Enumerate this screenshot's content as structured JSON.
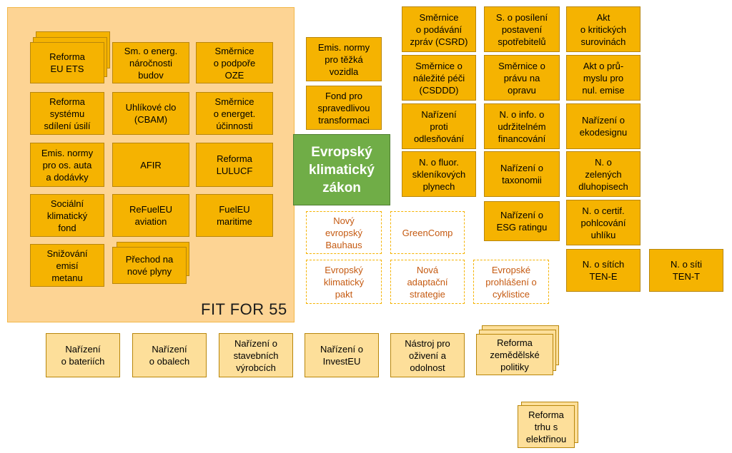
{
  "fit_for_55": {
    "label": "FIT FOR 55",
    "items": [
      "Reforma\nEU ETS",
      "Sm. o energ.\nnáročnosti\nbudov",
      "Směrnice\no podpoře\nOZE",
      "Reforma\nsystému\nsdílení úsilí",
      "Uhlíkové clo\n(CBAM)",
      "Směrnice\no energet.\núčinnosti",
      "Emis. normy\npro os. auta\na dodávky",
      "AFIR",
      "Reforma\nLULUCF",
      "Sociální\nklimatický\nfond",
      "ReFuelEU\naviation",
      "FuelEU\nmaritime",
      "Snižování\nemisí\nmetanu",
      "Přechod na\nnové plyny"
    ]
  },
  "center": {
    "title": "Evropský\nklimatický\nzákon",
    "items": [
      "Emis. normy\npro těžká\nvozidla",
      "Fond pro\nspravedlivou\ntransformaci"
    ]
  },
  "right_grid": {
    "items": [
      "Směrnice\no podávání\nzpráv (CSRD)",
      "S. o posílení\npostavení\nspotřebitelů",
      "Akt\no kritických\nsurovinách",
      "Směrnice o\nnáležité péči\n(CSDDD)",
      "Směrnice o\nprávu na\nopravu",
      "Akt o prů-\nmyslu pro\nnul. emise",
      "Nařízení\nproti\nodlesňování",
      "N. o info. o\nudržitelném\nfinancování",
      "Nařízení o\nekodesignu",
      "N. o fluor.\nskleníkových\nplynech",
      "Nařízení o\ntaxonomii",
      "N. o\nzelených\ndluhopisech",
      "Nařízení o\nESG ratingu",
      "N. o certif.\npohlcování\nuhlíku",
      "N. o sítích\nTEN-E",
      "N. o síti\nTEN-T"
    ]
  },
  "dashed": {
    "items": [
      "Nový\nevropský\nBauhaus",
      "GreenComp",
      "Evropský\nklimatický\npakt",
      "Nová\nadaptační\nstrategie",
      "Evropské\nprohlášení o\ncyklistice"
    ]
  },
  "bottom": {
    "items": [
      "Nařízení\no bateriích",
      "Nařízení\no obalech",
      "Nařízení o\nstavebních\nvýrobcích",
      "Nařízení o\nInvestEU",
      "Nástroj pro\noživení a\nodolnost",
      "Reforma\nzemědělské\npolitiky",
      "Reforma\ntrhu s\nelektřinou"
    ]
  }
}
